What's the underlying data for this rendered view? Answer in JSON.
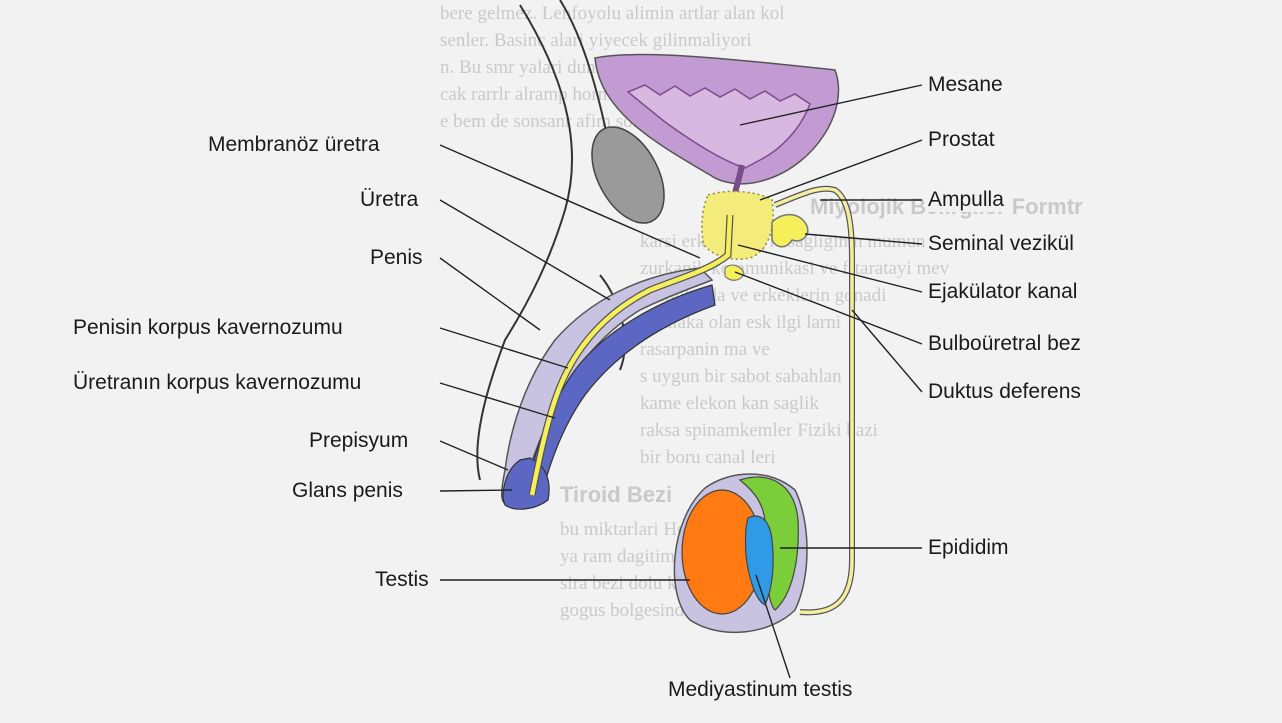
{
  "labels": {
    "left": [
      "Membranöz üretra",
      "Üretra",
      "Penis",
      "Penisin korpus kavernozumu",
      "Üretranın korpus kavernozumu",
      "Prepisyum",
      "Glans penis",
      "Testis"
    ],
    "right": [
      "Mesane",
      "Prostat",
      "Ampulla",
      "Seminal vezikül",
      "Ejakülator kanal",
      "Bulboüretral bez",
      "Duktus deferens",
      "Epididim"
    ],
    "bottom": "Mediyastinum testis"
  },
  "background_text": {
    "lines_top": [
      "bere gelmez. Lenfoyolu alimin artlar alan kol",
      "senler. Basinc alari yiyecek gilinmaliyori",
      "n. Bu smr yalari duni arasi ortanr",
      "cak rarrlr alramp hormonlar orgu",
      "e bem de sonsanr afim sorana ilemara"
    ],
    "heading_1": "Miyolojik Belirgiler Formtr",
    "lines_mid": [
      "karsi erkek da cyle sagliginin mumuna",
      "zurkanik kommunikasi ve frtaratayi mev",
      "mingilanda ve erkeklerin gonadi",
      "ile alaka olan esk ilgi larni",
      "rasarpanin ma ve",
      "s uygun bir sabot sabahlan",
      "kame elekon kan saglik",
      "raksa spinamkemler Fiziki bazi",
      "bir boru canal leri"
    ],
    "heading_2": "Tiroid Bezi",
    "lines_bottom": [
      "bu miktarlari Hormon alanlary",
      "ya ram dagitimi olgulanir",
      "sira bezi dolu ketleri yakin",
      "gogus bolgesinde ulasilir"
    ]
  },
  "colors": {
    "bladder": "#c39bd3",
    "bladder_inner": "#d7b8e0",
    "prostate": "#f4ec7a",
    "urethra": "#f6ef5c",
    "corpus_cavernosum": "#5b67c2",
    "penis_skin": "#c7c3e0",
    "testis": "#ff7a12",
    "epididymis": "#7ccd3a",
    "mediastinum": "#2f9be6",
    "duct": "#f5eea0",
    "pubic_bone": "#9a9a9a"
  }
}
